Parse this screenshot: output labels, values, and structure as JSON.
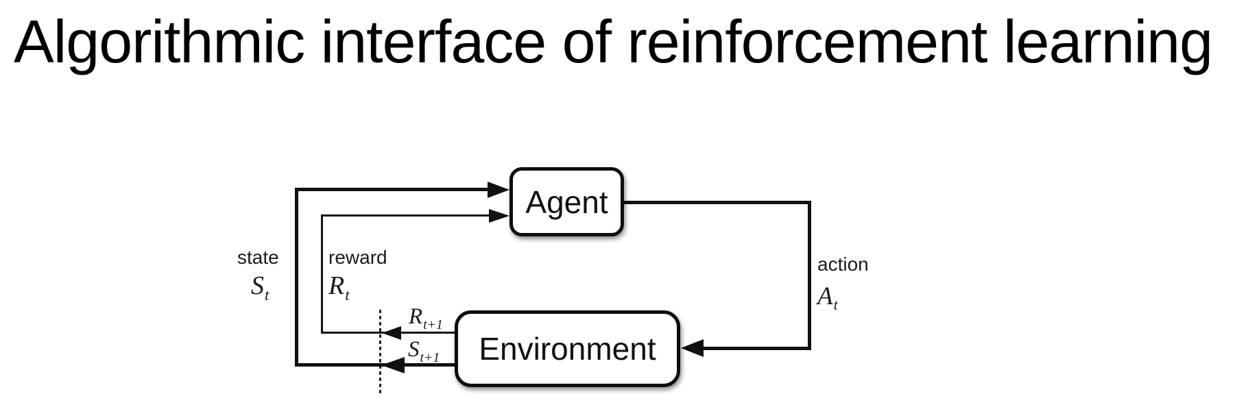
{
  "title": "Algorithmic interface of reinforcement learning",
  "nodes": {
    "agent": "Agent",
    "environment": "Environment"
  },
  "signals": {
    "state": {
      "word": "state",
      "base": "S",
      "sub": "t"
    },
    "reward": {
      "word": "reward",
      "base": "R",
      "sub": "t"
    },
    "action": {
      "word": "action",
      "base": "A",
      "sub": "t"
    },
    "next_reward": {
      "base": "R",
      "sub": "t+1"
    },
    "next_state": {
      "base": "S",
      "sub": "t+1"
    }
  },
  "colors": {
    "line": "#111111",
    "text": "#1a1a1a",
    "background": "#ffffff"
  }
}
